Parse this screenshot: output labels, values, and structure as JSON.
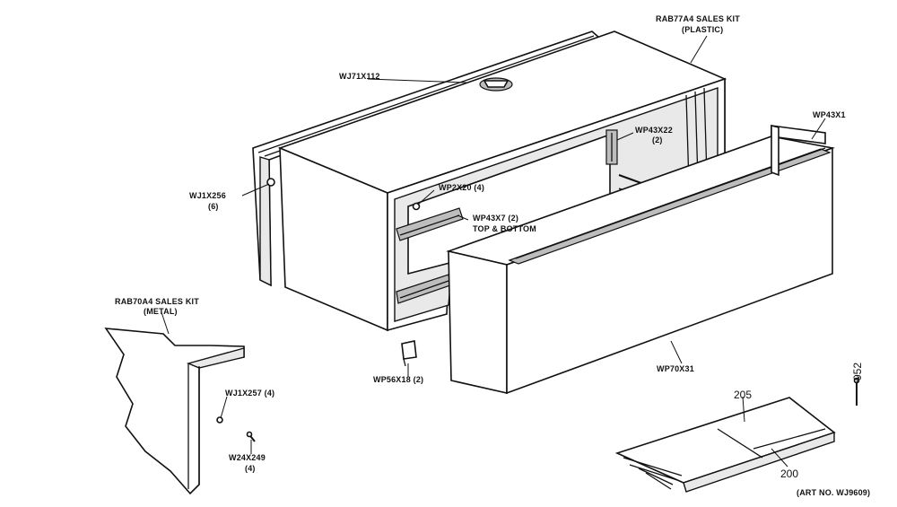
{
  "labels": {
    "rab77a4": "RAB77A4 SALES KIT",
    "rab77a4_sub": "(PLASTIC)",
    "wj71x112": "WJ71X112",
    "wp43x22": "WP43X22",
    "wp43x22_qty": "(2)",
    "wp43x1": "WP43X1",
    "wj1x256": "WJ1X256",
    "wj1x256_qty": "(6)",
    "wp2x20": "WP2X20 (4)",
    "wp43x7": "WP43X7 (2)",
    "top_bottom": "TOP & BOTTOM",
    "rab70a4": "RAB70A4 SALES KIT",
    "rab70a4_sub": "(METAL)",
    "wj1x257": "WJ1X257 (4)",
    "w24x249": "W24X249",
    "w24x249_qty": "(4)",
    "wp56x18": "WP56X18 (2)",
    "wp70x31": "WP70X31",
    "p952": "952",
    "p205": "205",
    "p200": "200",
    "art_no": "(ART NO. WJ9609)"
  }
}
